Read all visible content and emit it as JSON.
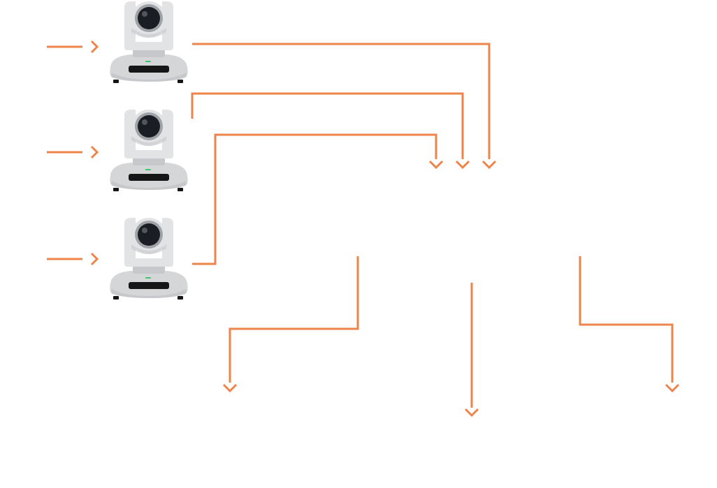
{
  "colors": {
    "connector": "#ef844a",
    "camera_body": "#e2e3e5",
    "camera_shade": "#c6c8cb",
    "camera_base": "#d5d6d8",
    "camera_panel": "#161616",
    "lens_ring": "#9fa2a6",
    "lens_glass": "#1a1d24",
    "status_led": "#3ec46d"
  },
  "cameras": [
    {
      "id": "camera-1",
      "icon": "ptz-camera-icon"
    },
    {
      "id": "camera-2",
      "icon": "ptz-camera-icon"
    },
    {
      "id": "camera-3",
      "icon": "ptz-camera-icon"
    }
  ],
  "input_arrows": [
    {
      "id": "input-arrow-1",
      "icon": "arrow-right-icon"
    },
    {
      "id": "input-arrow-2",
      "icon": "arrow-right-icon"
    },
    {
      "id": "input-arrow-3",
      "icon": "arrow-right-icon"
    }
  ],
  "connections": [
    {
      "id": "connector-camera-1-to-hub",
      "end_icon": "chevron-down-icon"
    },
    {
      "id": "connector-camera-2-to-hub",
      "end_icon": "chevron-down-icon"
    },
    {
      "id": "connector-camera-3-to-hub",
      "end_icon": "chevron-down-icon"
    },
    {
      "id": "connector-hub-to-left-output",
      "end_icon": "chevron-down-icon"
    },
    {
      "id": "connector-hub-to-center-output",
      "end_icon": "chevron-down-icon"
    },
    {
      "id": "connector-hub-to-right-output",
      "end_icon": "chevron-down-icon"
    }
  ]
}
